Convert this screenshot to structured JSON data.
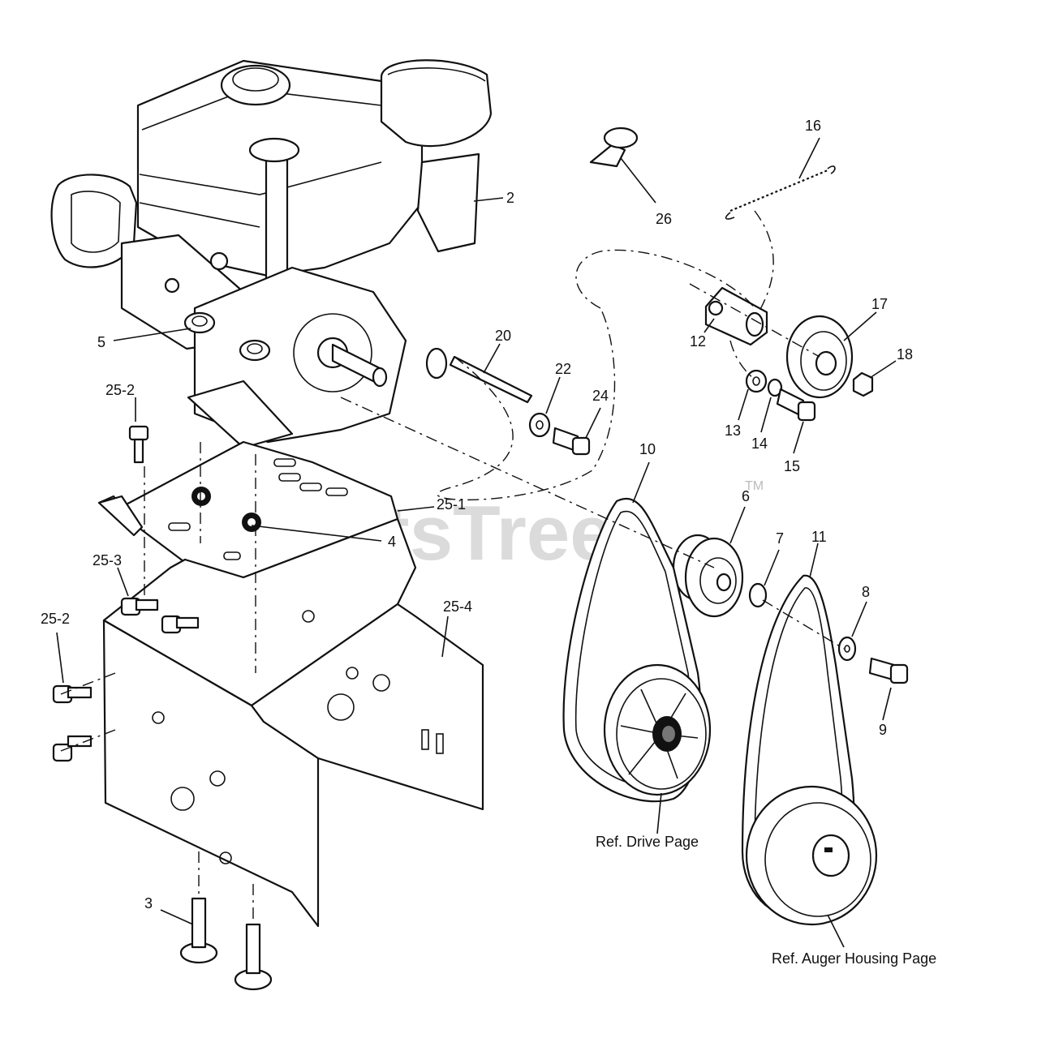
{
  "watermark": {
    "text": "PartsTree",
    "tm": "TM"
  },
  "callouts": {
    "c2": "2",
    "c3": "3",
    "c4": "4",
    "c5": "5",
    "c6": "6",
    "c7": "7",
    "c8": "8",
    "c9": "9",
    "c10": "10",
    "c11": "11",
    "c12": "12",
    "c13": "13",
    "c14": "14",
    "c15": "15",
    "c16": "16",
    "c17": "17",
    "c18": "18",
    "c20": "20",
    "c22": "22",
    "c24": "24",
    "c26": "26",
    "c25_1": "25-1",
    "c25_2a": "25-2",
    "c25_2b": "25-2",
    "c25_3": "25-3",
    "c25_4": "25-4"
  },
  "references": {
    "drive": "Ref. Drive Page",
    "auger": "Ref. Auger Housing Page"
  }
}
